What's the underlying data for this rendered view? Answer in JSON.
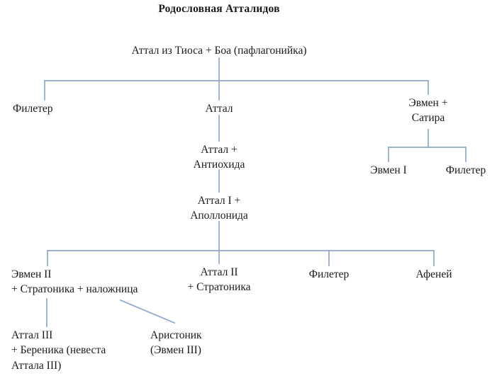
{
  "page": {
    "title": "Родословная Атталидов",
    "line_color": "#8fa8cc",
    "text_color": "#1a1a1a",
    "background": "#ffffff"
  },
  "nodes": {
    "root": {
      "text": "Аттал из Тиоса + Боа (пафлагонийка)"
    },
    "gen2_left": {
      "name": "Филетер"
    },
    "gen2_center": {
      "name": "Аттал"
    },
    "gen2_right": {
      "line1": "Эвмен +",
      "line2": "Сатира"
    },
    "gen3_right_left": {
      "name": "Эвмен I"
    },
    "gen3_right_right": {
      "name": "Филетер"
    },
    "gen3_center": {
      "line1": "Аттал +",
      "line2": "Антиохида"
    },
    "gen4_center": {
      "line1": "Аттал I +",
      "line2": "Аполлонида"
    },
    "gen5_a": {
      "line1": "Эвмен II",
      "line2": "+ Стратоника + наложница"
    },
    "gen5_b": {
      "line1": "Аттал II",
      "line2": "+ Стратоника"
    },
    "gen5_c": {
      "name": "Филетер"
    },
    "gen5_d": {
      "name": "Афеней"
    },
    "gen6_a": {
      "line1": "Аттал III",
      "line2": "+ Береника (невеста",
      "line3": "Аттала III)"
    },
    "gen6_b": {
      "line1": "Аристоник",
      "line2": "(Эвмен III)"
    }
  }
}
